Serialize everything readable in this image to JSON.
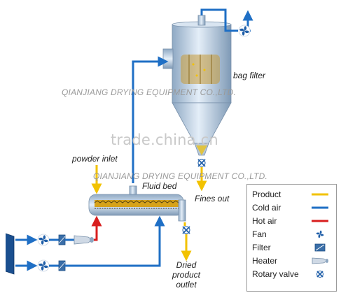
{
  "watermarks": {
    "company_top": "QIANJIANG DRYING EQUIPMENT CO.,LTD.",
    "site": "trade.china.cn",
    "company_middle": "QIANJIANG DRYING EQUIPMENT CO.,LTD."
  },
  "labels": {
    "bag_filter": "bag filter",
    "powder_inlet": "powder inlet",
    "fluid_bed": "Fluid bed",
    "fines_out": "Fines out",
    "dried_product_outlet": [
      "Dried",
      "product",
      "outlet"
    ]
  },
  "legend": {
    "items": [
      {
        "label": "Product",
        "symbol": "line",
        "color": "#f2c200"
      },
      {
        "label": "Cold air",
        "symbol": "line",
        "color": "#1f6fc5"
      },
      {
        "label": "Hot air",
        "symbol": "line",
        "color": "#d81e1e"
      },
      {
        "label": "Fan",
        "symbol": "fan-icon"
      },
      {
        "label": "Filter",
        "symbol": "filter-icon"
      },
      {
        "label": "Heater",
        "symbol": "heater-icon"
      },
      {
        "label": "Rotary valve",
        "symbol": "rotary-valve-icon"
      }
    ]
  },
  "colors": {
    "product": "#f2c200",
    "cold_air": "#1f6fc5",
    "hot_air": "#d81e1e",
    "equipment": "#a9bfd6"
  }
}
